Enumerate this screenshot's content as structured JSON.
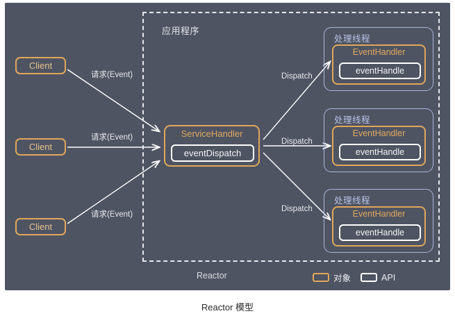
{
  "figure": {
    "caption": "Reactor 模型",
    "panel_bg": "#4f5462",
    "object_color": "#dfa85c",
    "api_color": "#ffffff",
    "thread_color": "#aab7e0"
  },
  "application": {
    "label": "应用程序",
    "footer_label": "Reactor"
  },
  "clients": [
    {
      "label": "Client"
    },
    {
      "label": "Client"
    },
    {
      "label": "Client"
    }
  ],
  "request_edges": [
    {
      "label": "请求(Event)"
    },
    {
      "label": "请求(Event)"
    },
    {
      "label": "请求(Event)"
    }
  ],
  "service_handler": {
    "title": "ServiceHandler",
    "api": "eventDispatch"
  },
  "dispatch_edges": [
    {
      "label": "Dispatch"
    },
    {
      "label": "Dispatch"
    },
    {
      "label": "Dispatch"
    }
  ],
  "threads": [
    {
      "label": "处理线程",
      "handler_title": "EventHandler",
      "handler_api": "eventHandle"
    },
    {
      "label": "处理线程",
      "handler_title": "EventHandler",
      "handler_api": "eventHandle"
    },
    {
      "label": "处理线程",
      "handler_title": "EventHandler",
      "handler_api": "eventHandle"
    }
  ],
  "legend": {
    "object_label": "对象",
    "api_label": "API"
  }
}
